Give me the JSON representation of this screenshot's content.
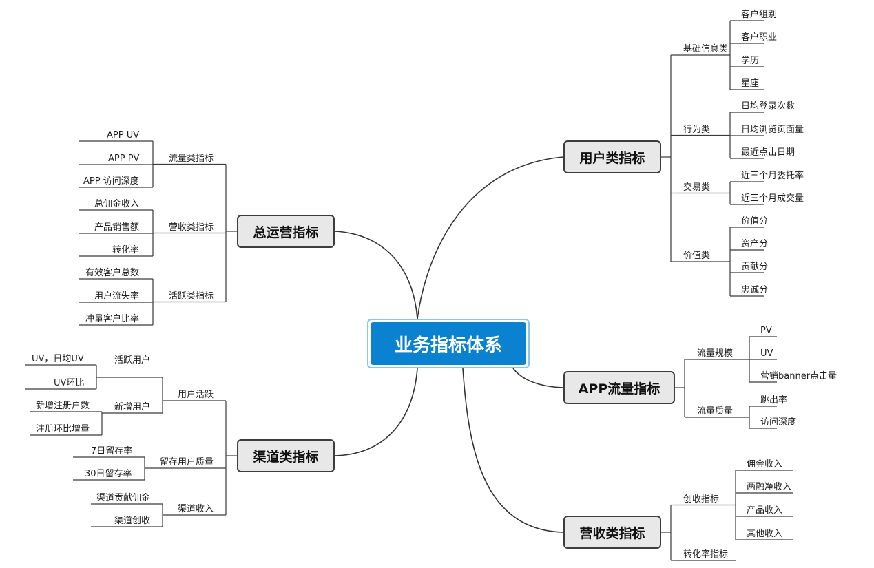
{
  "root": {
    "label": "业务指标体系"
  },
  "branches": {
    "user": {
      "label": "用户类指标",
      "subs": [
        {
          "label": "基础信息类",
          "leaves": [
            "客户组别",
            "客户职业",
            "学历",
            "星座"
          ]
        },
        {
          "label": "行为类",
          "leaves": [
            "日均登录次数",
            "日均浏览页面量",
            "最近点击日期"
          ]
        },
        {
          "label": "交易类",
          "leaves": [
            "近三个月委托率",
            "近三个月成交量"
          ]
        },
        {
          "label": "价值类",
          "leaves": [
            "价值分",
            "资产分",
            "贡献分",
            "忠诚分"
          ]
        }
      ]
    },
    "app": {
      "label": "APP流量指标",
      "subs": [
        {
          "label": "流量规模",
          "leaves": [
            "PV",
            "UV",
            "营销banner点击量"
          ]
        },
        {
          "label": "流量质量",
          "leaves": [
            "跳出率",
            "访问深度"
          ]
        }
      ]
    },
    "revenue": {
      "label": "营收类指标",
      "subs": [
        {
          "label": "创收指标",
          "leaves": [
            "佣金收入",
            "两融净收入",
            "产品收入",
            "其他收入"
          ]
        },
        {
          "label": "转化率指标",
          "leaves": []
        }
      ]
    },
    "ops": {
      "label": "总运营指标",
      "subs": [
        {
          "label": "流量类指标",
          "leaves": [
            "APP UV",
            "APP PV",
            "APP 访问深度"
          ]
        },
        {
          "label": "营收类指标",
          "leaves": [
            "总佣金收入",
            "产品销售额",
            "转化率"
          ]
        },
        {
          "label": "活跃类指标",
          "leaves": [
            "有效客户总数",
            "用户流失率",
            "冲量客户比率"
          ]
        }
      ]
    },
    "channel": {
      "label": "渠道类指标",
      "subs": [
        {
          "label": "用户活跃",
          "groups": [
            {
              "label": "活跃用户",
              "leaves": [
                "UV，日均UV",
                "UV环比"
              ]
            },
            {
              "label": "新增用户",
              "leaves": [
                "新增注册户数",
                "注册环比增量"
              ]
            }
          ]
        },
        {
          "label": "留存用户质量",
          "groups": [
            {
              "label": "",
              "leaves": [
                "7日留存率",
                "30日留存率"
              ]
            }
          ]
        },
        {
          "label": "渠道收入",
          "groups": [
            {
              "label": "",
              "leaves": [
                "渠道贡献佣金",
                "渠道创收"
              ]
            }
          ]
        }
      ]
    }
  }
}
